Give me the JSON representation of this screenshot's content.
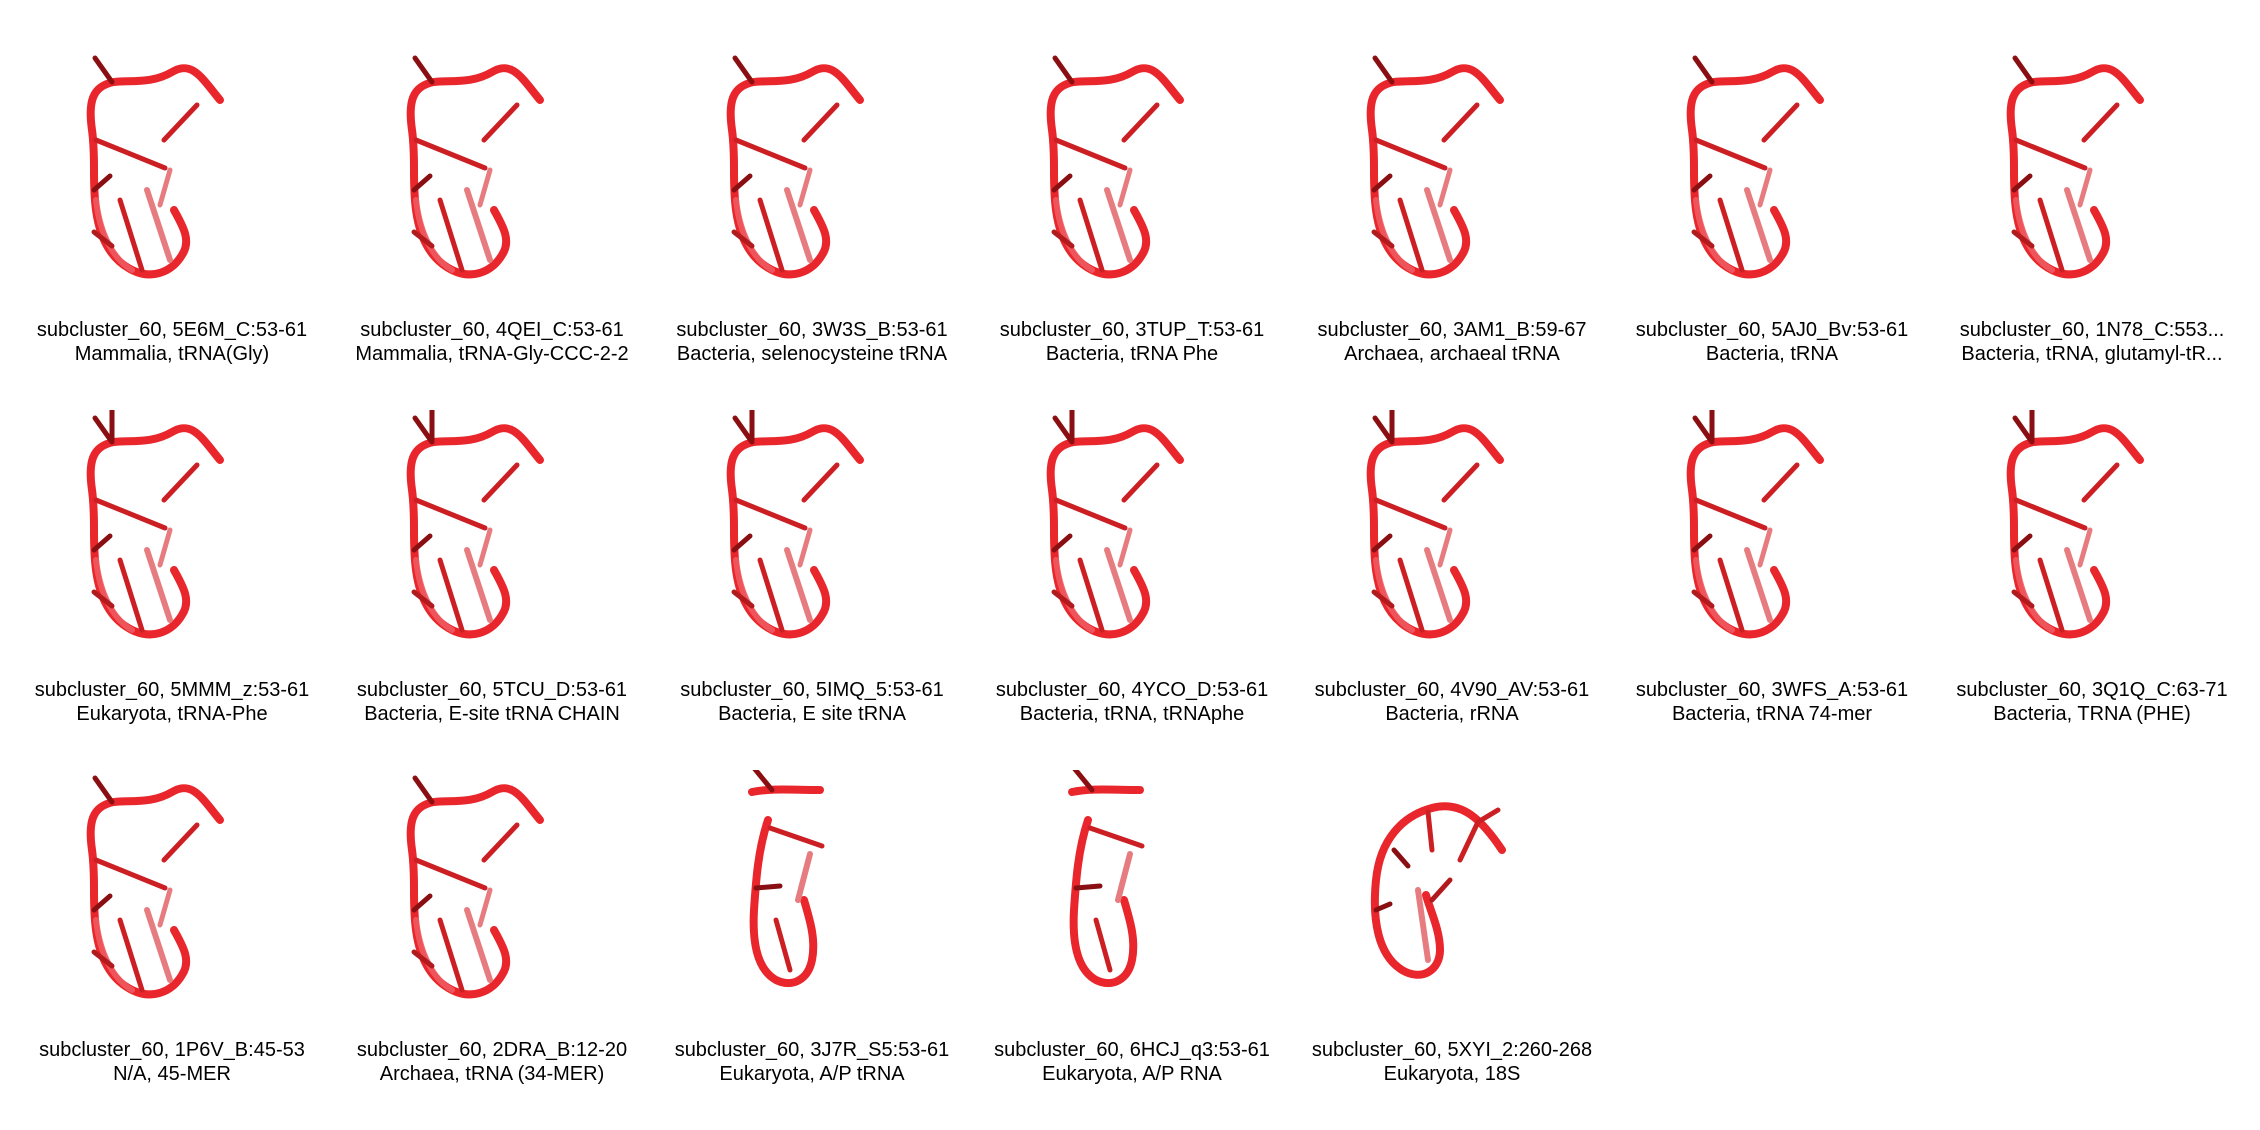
{
  "accent_color": "#e8262c",
  "items": [
    {
      "title": "subcluster_60, 5E6M_C:53-61",
      "subtitle": "Mammalia, tRNA(Gly)",
      "variant": "a"
    },
    {
      "title": "subcluster_60, 4QEI_C:53-61",
      "subtitle": "Mammalia, tRNA-Gly-CCC-2-2",
      "variant": "a"
    },
    {
      "title": "subcluster_60, 3W3S_B:53-61",
      "subtitle": "Bacteria, selenocysteine tRNA",
      "variant": "a"
    },
    {
      "title": "subcluster_60, 3TUP_T:53-61",
      "subtitle": "Bacteria, tRNA Phe",
      "variant": "a"
    },
    {
      "title": "subcluster_60, 3AM1_B:59-67",
      "subtitle": "Archaea, archaeal tRNA",
      "variant": "a"
    },
    {
      "title": "subcluster_60, 5AJ0_Bv:53-61",
      "subtitle": "Bacteria, tRNA",
      "variant": "a"
    },
    {
      "title": "subcluster_60, 1N78_C:553...",
      "subtitle": "Bacteria, tRNA, glutamyl-tR...",
      "variant": "a"
    },
    {
      "title": "subcluster_60, 5MMM_z:53-61",
      "subtitle": "Eukaryota, tRNA-Phe",
      "variant": "b"
    },
    {
      "title": "subcluster_60, 5TCU_D:53-61",
      "subtitle": "Bacteria, E-site tRNA CHAIN",
      "variant": "b"
    },
    {
      "title": "subcluster_60, 5IMQ_5:53-61",
      "subtitle": "Bacteria, E site tRNA",
      "variant": "b"
    },
    {
      "title": "subcluster_60, 4YCO_D:53-61",
      "subtitle": "Bacteria, tRNA, tRNAphe",
      "variant": "b"
    },
    {
      "title": "subcluster_60, 4V90_AV:53-61",
      "subtitle": "Bacteria, rRNA",
      "variant": "b"
    },
    {
      "title": "subcluster_60, 3WFS_A:53-61",
      "subtitle": "Bacteria, tRNA 74-mer",
      "variant": "b"
    },
    {
      "title": "subcluster_60, 3Q1Q_C:63-71",
      "subtitle": "Bacteria, TRNA (PHE)",
      "variant": "b"
    },
    {
      "title": "subcluster_60, 1P6V_B:45-53",
      "subtitle": "N/A, 45-MER",
      "variant": "a"
    },
    {
      "title": "subcluster_60, 2DRA_B:12-20",
      "subtitle": "Archaea, tRNA (34-MER)",
      "variant": "a"
    },
    {
      "title": "subcluster_60, 3J7R_S5:53-61",
      "subtitle": "Eukaryota, A/P tRNA",
      "variant": "c"
    },
    {
      "title": "subcluster_60, 6HCJ_q3:53-61",
      "subtitle": "Eukaryota, A/P RNA",
      "variant": "c"
    },
    {
      "title": "subcluster_60, 5XYI_2:260-268",
      "subtitle": "Eukaryota, 18S",
      "variant": "d"
    }
  ]
}
